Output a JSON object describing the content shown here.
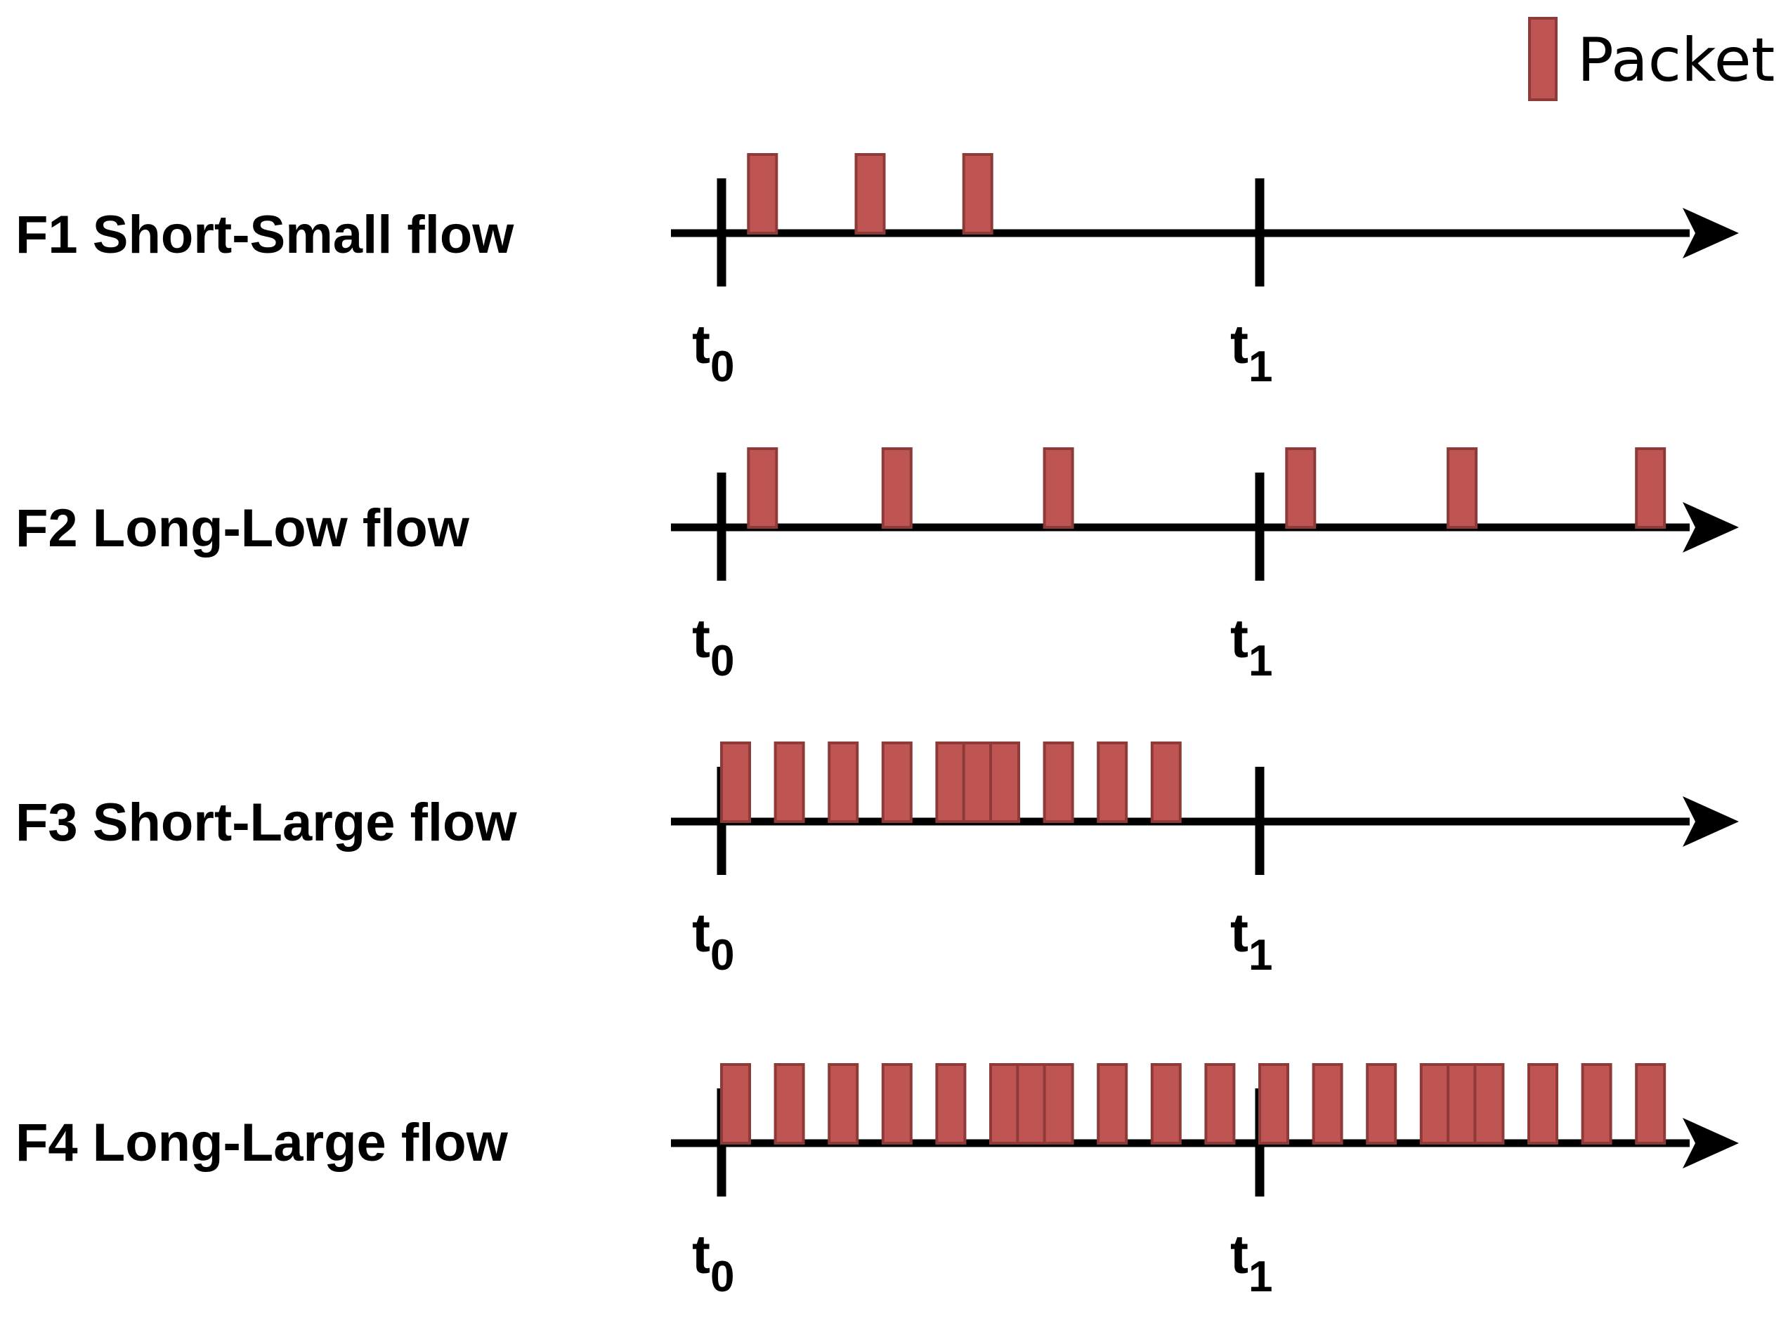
{
  "legend": {
    "label": "Packet"
  },
  "colors": {
    "packet_fill": "#bf5553",
    "packet_stroke": "#8e3a39",
    "axis": "#000000"
  },
  "ticks": [
    {
      "base": "t",
      "sub": "0"
    },
    {
      "base": "t",
      "sub": "1"
    }
  ],
  "flows": [
    {
      "label": "F1 Short-Small flow",
      "packets": [
        0.05,
        0.25,
        0.45
      ]
    },
    {
      "label": "F2 Long-Low flow",
      "packets": [
        0.05,
        0.3,
        0.6,
        1.05,
        1.35,
        1.7
      ]
    },
    {
      "label": "F3 Short-Large flow",
      "packets": [
        0.0,
        0.1,
        0.2,
        0.3,
        0.4,
        0.45,
        0.5,
        0.6,
        0.7,
        0.8
      ]
    },
    {
      "label": "F4 Long-Large flow",
      "packets": [
        0.0,
        0.1,
        0.2,
        0.3,
        0.4,
        0.5,
        0.55,
        0.6,
        0.7,
        0.8,
        0.9,
        1.0,
        1.1,
        1.2,
        1.3,
        1.35,
        1.4,
        1.5,
        1.6,
        1.7
      ]
    }
  ]
}
